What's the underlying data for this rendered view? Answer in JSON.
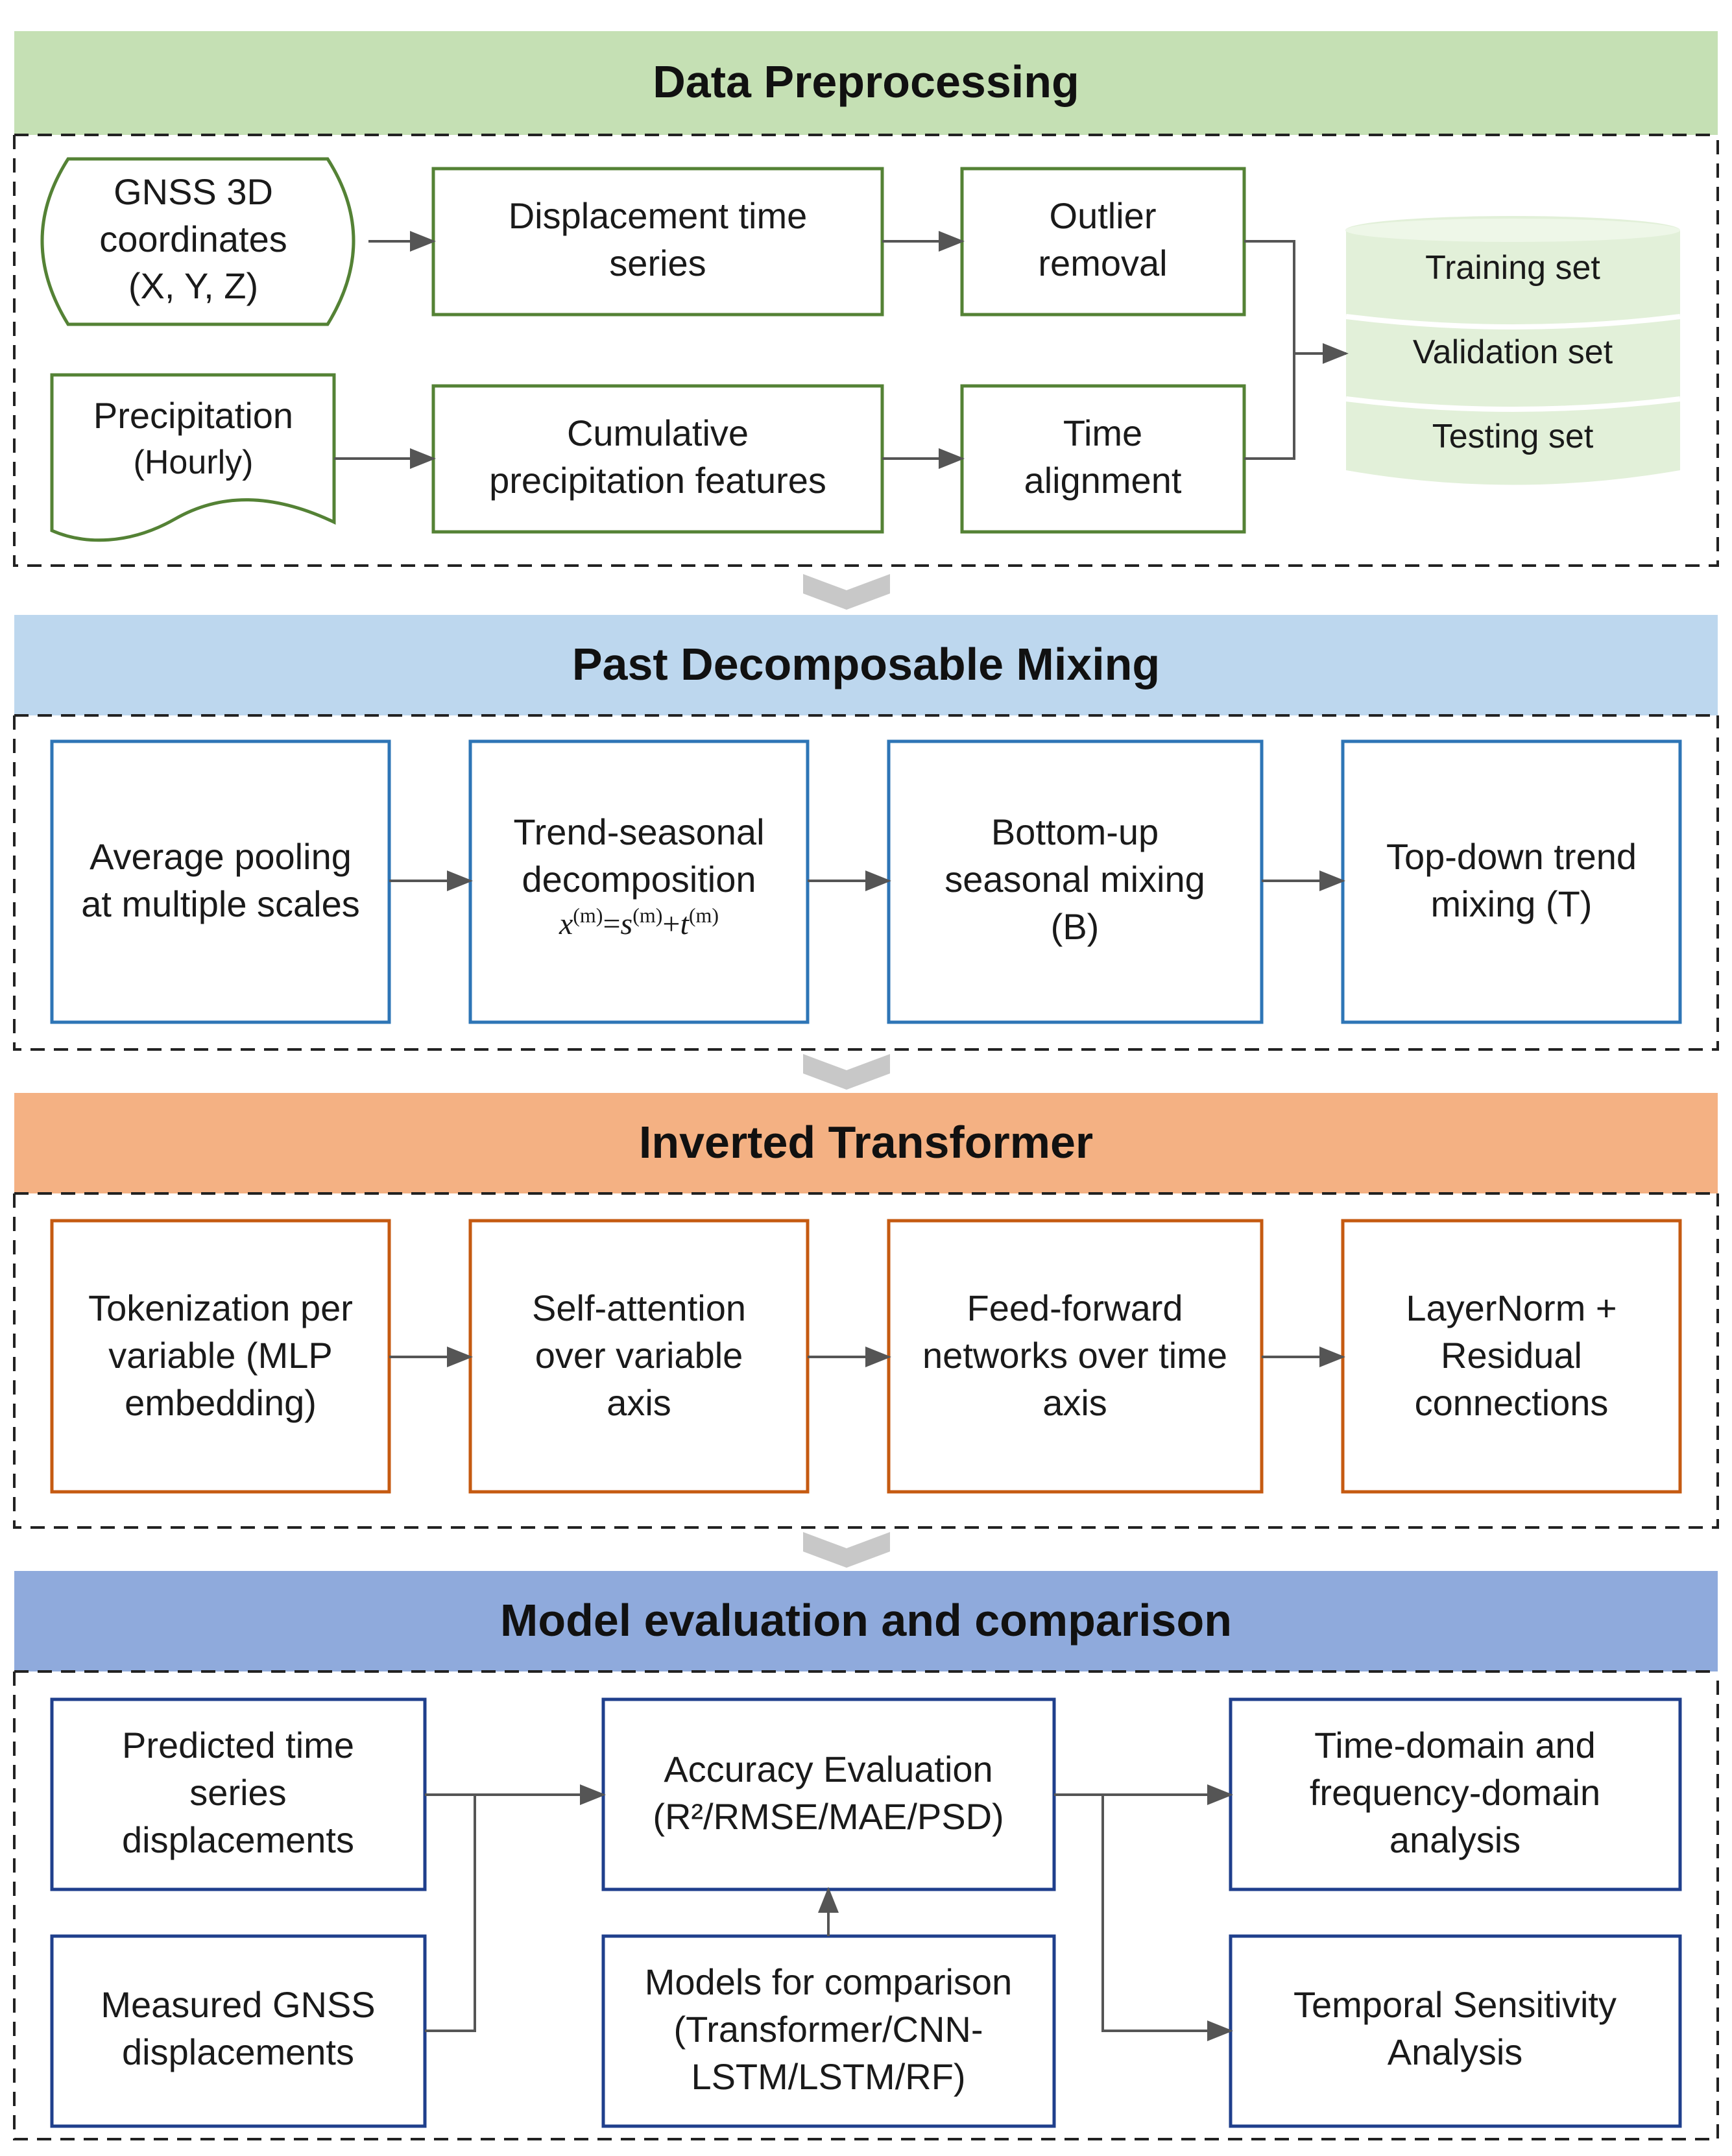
{
  "colors": {
    "green_header": "#c5e0b4",
    "blue_header": "#bdd7ee",
    "orange_header": "#f4b183",
    "navy_header": "#8faadc",
    "green_border": "#548235",
    "blue_border": "#2e75b6",
    "orange_border": "#c55a11",
    "navy_border": "#1f3f8c",
    "database_fill": "#e2f0d9",
    "chevron": "#c8c8c8",
    "arrow": "#555555"
  },
  "sections": {
    "preprocessing": {
      "title": "Data Preprocessing",
      "gnss": [
        "GNSS 3D",
        "coordinates",
        "(X, Y, Z)"
      ],
      "precip": [
        "Precipitation",
        "(Hourly)"
      ],
      "displacement": [
        "Displacement time",
        "series"
      ],
      "cumulative": [
        "Cumulative",
        "precipitation features"
      ],
      "outlier": [
        "Outlier",
        "removal"
      ],
      "alignment": [
        "Time",
        "alignment"
      ],
      "datasets": [
        "Training set",
        "Validation set",
        "Testing set"
      ]
    },
    "pdm": {
      "title": "Past Decomposable Mixing",
      "boxes": [
        [
          "Average pooling",
          "at multiple scales"
        ],
        [
          "Trend-seasonal",
          "decomposition"
        ],
        [
          "Bottom-up",
          "seasonal mixing",
          "(B)"
        ],
        [
          "Top-down trend",
          "mixing (T)"
        ]
      ],
      "formula": {
        "x": "x",
        "s": "s",
        "t": "t",
        "sup": "(m)",
        "eq": "=",
        "plus": "+"
      }
    },
    "itrans": {
      "title": "Inverted Transformer",
      "boxes": [
        [
          "Tokenization per",
          "variable (MLP",
          "embedding)"
        ],
        [
          "Self-attention",
          "over variable",
          "axis"
        ],
        [
          "Feed-forward",
          "networks over time",
          "axis"
        ],
        [
          "LayerNorm +",
          "Residual",
          "connections"
        ]
      ]
    },
    "evaluation": {
      "title": "Model evaluation and comparison",
      "predicted": [
        "Predicted time",
        "series",
        "displacements"
      ],
      "measured": [
        "Measured GNSS",
        "displacements"
      ],
      "accuracy": [
        "Accuracy Evaluation",
        "(R²/RMSE/MAE/PSD)"
      ],
      "models": [
        "Models for comparison",
        "(Transformer/CNN-",
        "LSTM/LSTM/RF)"
      ],
      "timedomain": [
        "Time-domain and",
        "frequency-domain",
        "analysis"
      ],
      "sensitivity": [
        "Temporal Sensitivity",
        "Analysis"
      ]
    }
  }
}
